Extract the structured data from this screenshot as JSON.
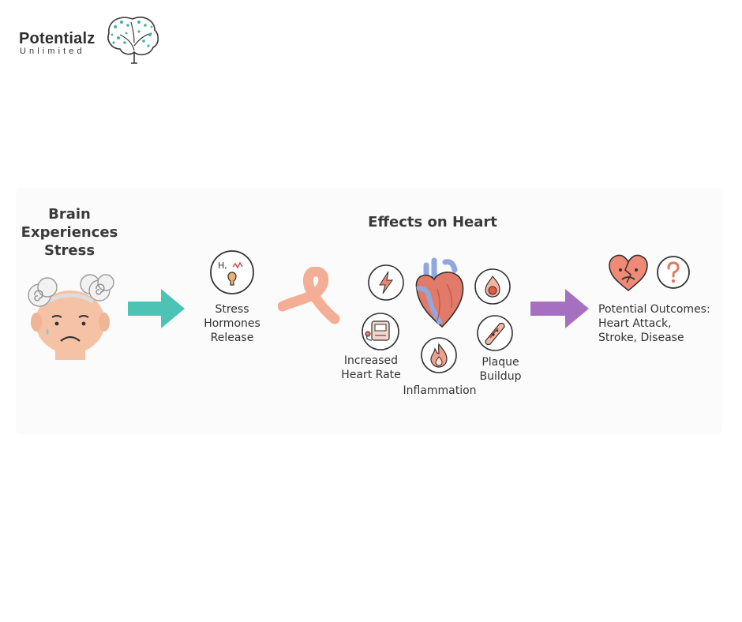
{
  "logo": {
    "name": "Potentialz",
    "subtitle": "Unlimited",
    "icon": "brain-tree-icon"
  },
  "brain_title": [
    "Brain",
    "Experiences",
    "Stress"
  ],
  "heart_title": "Effects on Heart",
  "steps": {
    "stress_hormones": [
      "Stress",
      "Hormones",
      "Release"
    ],
    "increased_heart_rate": [
      "Increased",
      "Heart Rate"
    ],
    "inflammation": [
      "Inflammation"
    ],
    "plaque_buildup": [
      "Plaque",
      "Buildup"
    ],
    "potential_outcomes": [
      "Potential Outcomes:",
      "Heart Attack,",
      "Stroke, Disease"
    ]
  },
  "hormone_icon_text": "H,",
  "colors": {
    "teal_arrow": "#4cc3b5",
    "purple_arrow": "#a66fbf",
    "ribbon": "#f2a58a",
    "skin": "#f6c2a6",
    "heart_red": "#e27a6a",
    "heart_blue": "#8fa8e0",
    "icon_stroke": "#333333"
  }
}
